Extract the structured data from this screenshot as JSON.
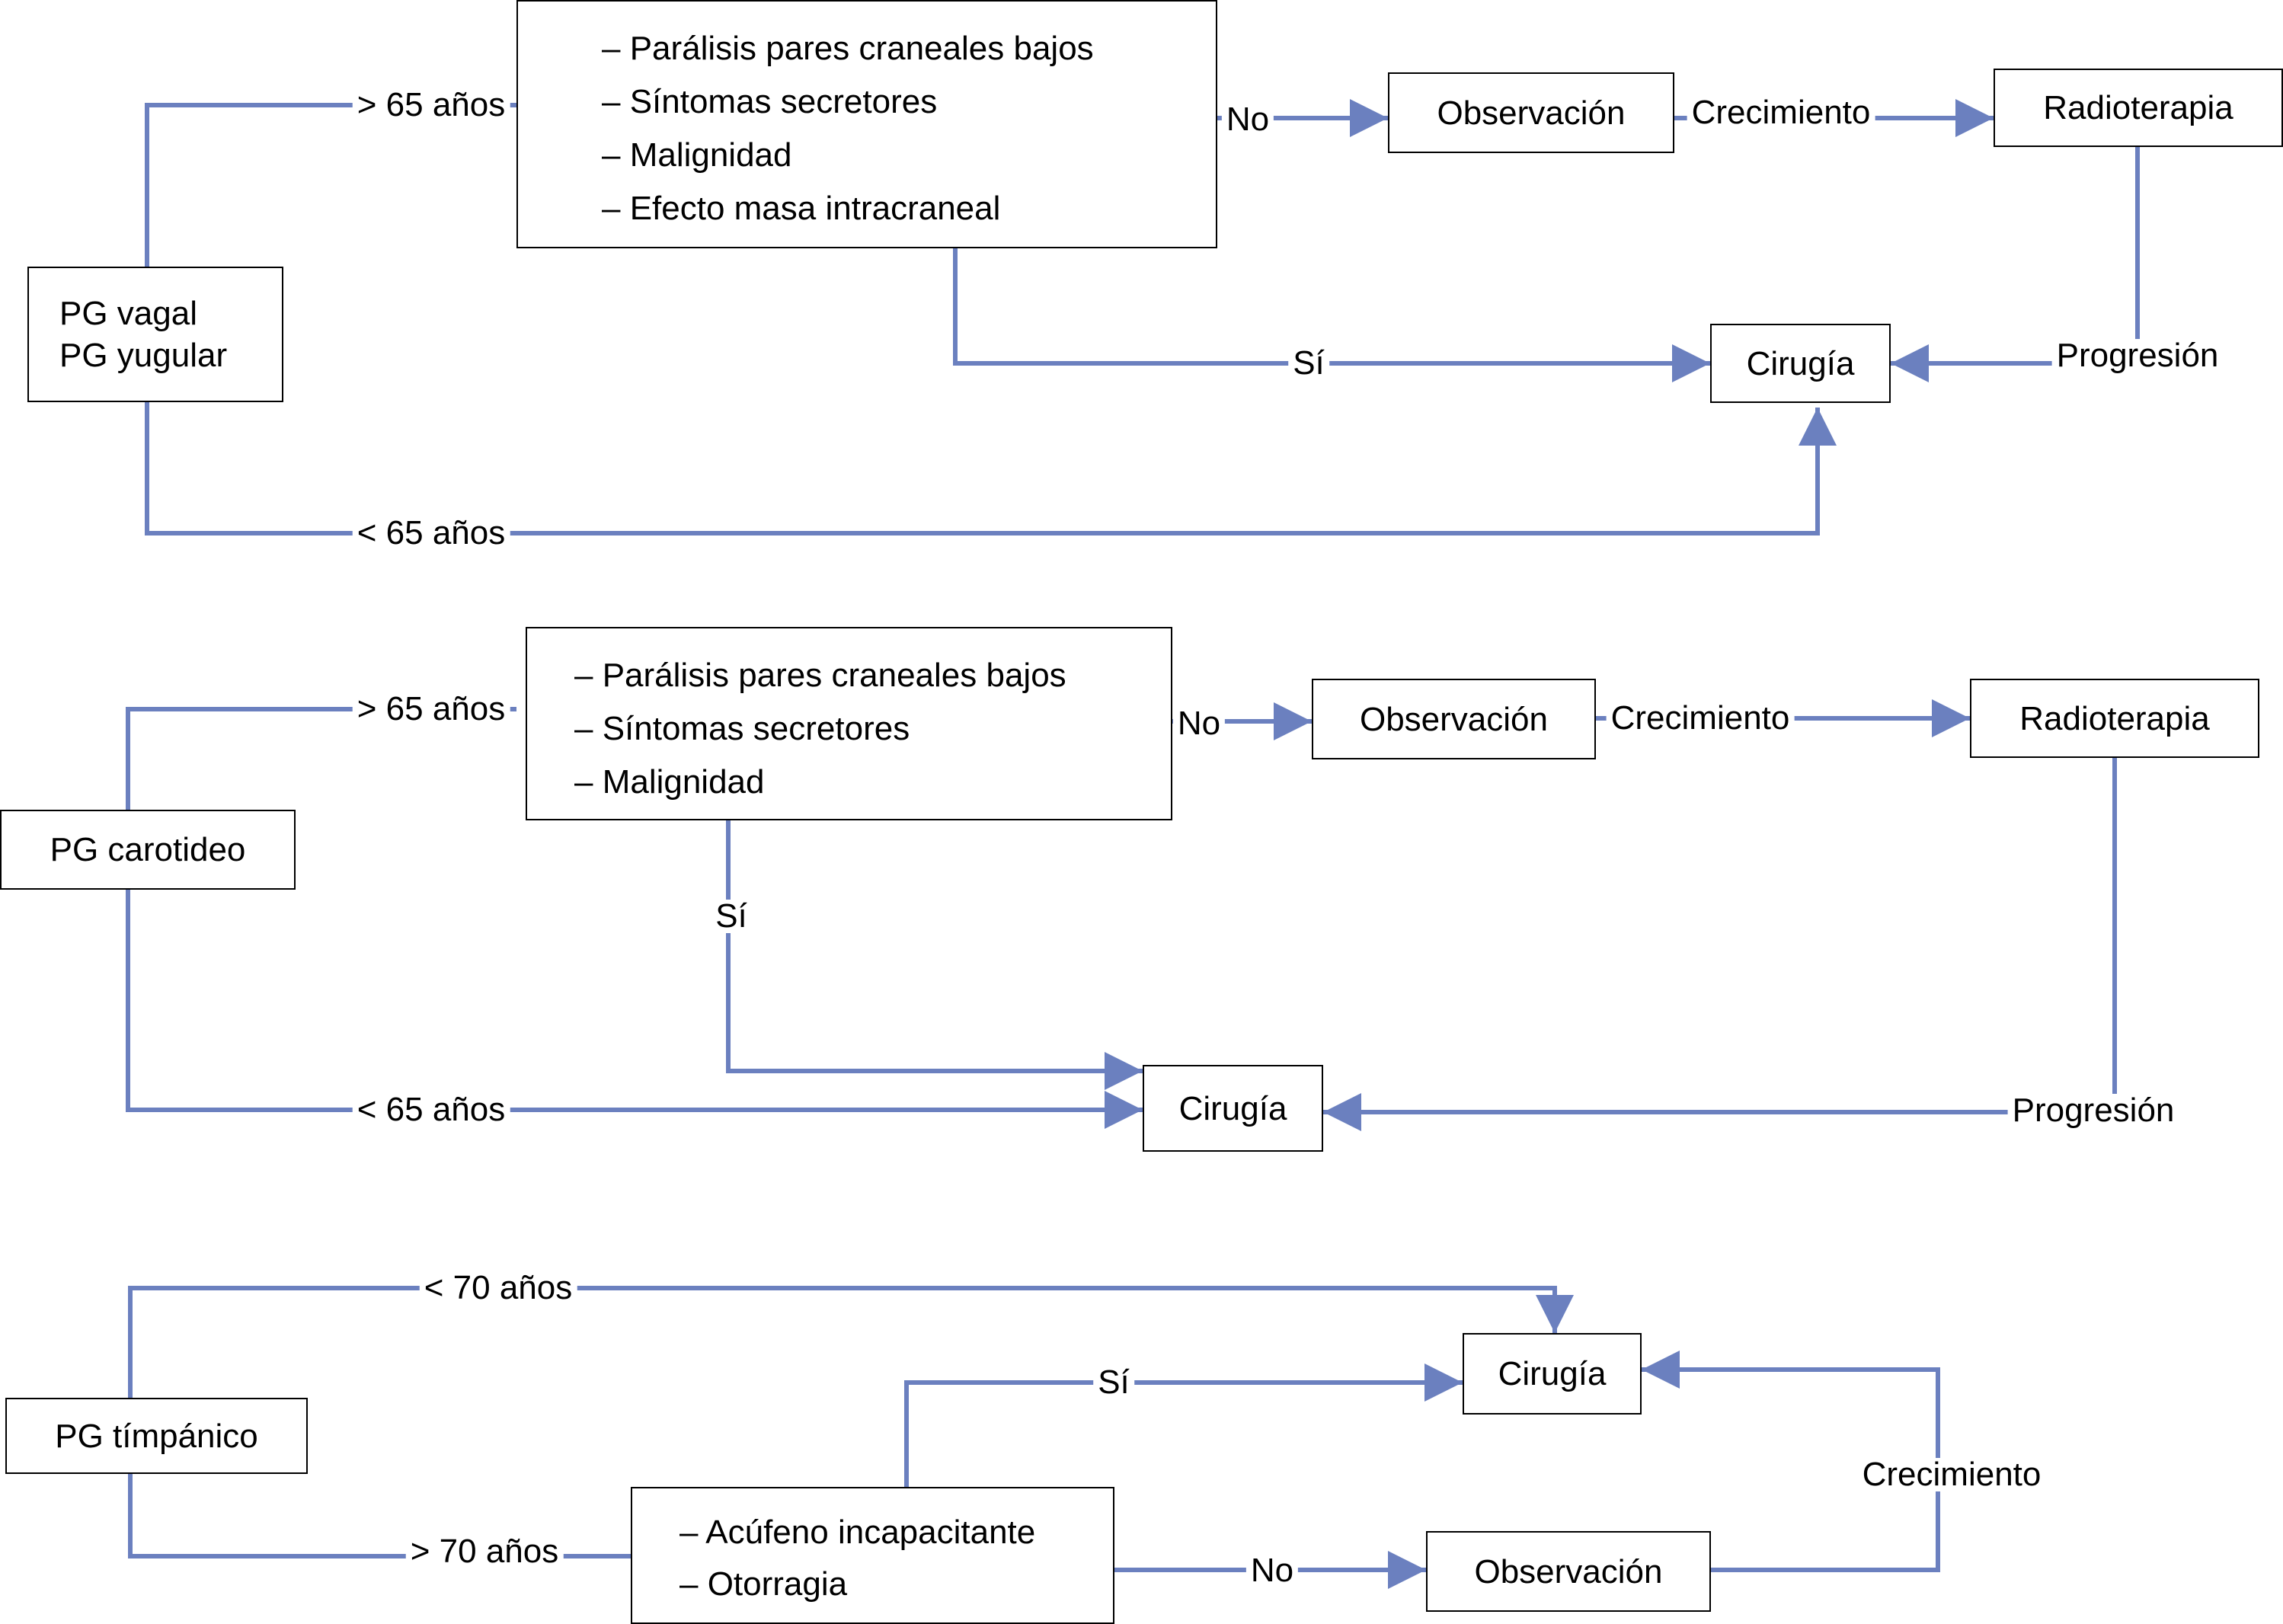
{
  "line_color": "#6b80bf",
  "section_vagal": {
    "start_lines": [
      "PG vagal",
      "PG yugular"
    ],
    "age_over": "> 65 años",
    "age_under": "< 65 años",
    "criteria": [
      "– Parálisis pares craneales bajos",
      "– Síntomas secretores",
      "– Malignidad",
      "– Efecto masa intracraneal"
    ],
    "no_label": "No",
    "yes_label": "Sí",
    "observation": "Observación",
    "growth_label": "Crecimiento",
    "radiotherapy": "Radioterapia",
    "progression_label": "Progresión",
    "surgery": "Cirugía"
  },
  "section_carotid": {
    "start": "PG carotideo",
    "age_over": "> 65 años",
    "age_under": "< 65 años",
    "criteria": [
      "– Parálisis pares craneales bajos",
      "– Síntomas secretores",
      "– Malignidad"
    ],
    "no_label": "No",
    "yes_label": "Sí",
    "observation": "Observación",
    "growth_label": "Crecimiento",
    "radiotherapy": "Radioterapia",
    "progression_label": "Progresión",
    "surgery": "Cirugía"
  },
  "section_tympanic": {
    "start": "PG tímpánico",
    "age_under": "< 70 años",
    "age_over": "> 70 años",
    "criteria": [
      "– Acúfeno incapacitante",
      "– Otorragia"
    ],
    "yes_label": "Sí",
    "no_label": "No",
    "surgery": "Cirugía",
    "observation": "Observación",
    "growth_label": "Crecimiento"
  }
}
